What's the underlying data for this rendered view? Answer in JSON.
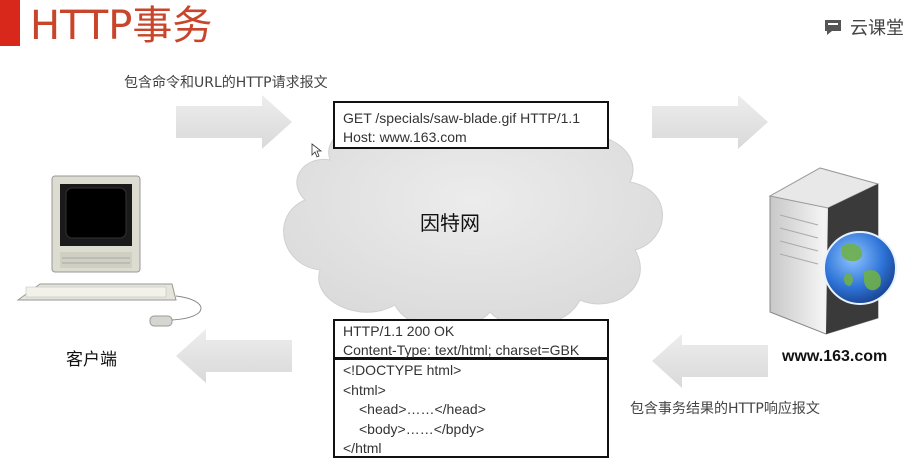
{
  "title": "HTTP事务",
  "logo_text": "云课堂",
  "request_caption": "包含命令和URL的HTTP请求报文",
  "response_caption": "包含事务结果的HTTP响应报文",
  "client_label": "客户端",
  "server_label": "www.163.com",
  "cloud_label": "因特网",
  "request_lines": [
    "GET  /specials/saw-blade.gif  HTTP/1.1",
    "Host:  www.163.com"
  ],
  "response_header_lines": [
    "HTTP/1.1  200  OK",
    "Content-Type:  text/html;  charset=GBK"
  ],
  "response_body_lines": [
    "<!DOCTYPE html>",
    "<html>",
    "<head>……</head>",
    "<body>……</bpdy>",
    "</html"
  ],
  "colors": {
    "accent_red": "#d8281c",
    "title": "#c8442a",
    "arrow": "#e6e6e6",
    "cloud": "#e4e4e4",
    "globe": "#2a6fd0"
  }
}
